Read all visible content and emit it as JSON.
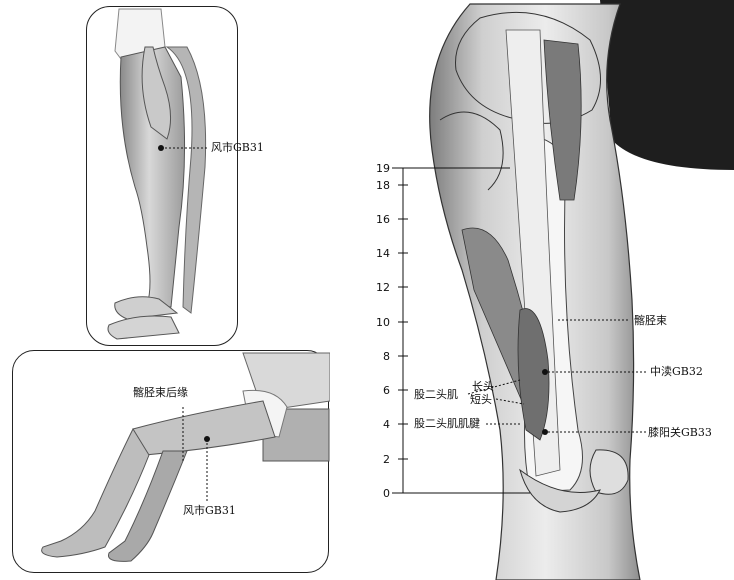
{
  "top_panel": {
    "point_label": "风市GB31"
  },
  "bottom_panel": {
    "point_label": "风市GB31",
    "line_label": "髂胫束后缘"
  },
  "main_figure": {
    "scale_ticks": [
      "19",
      "18",
      "16",
      "14",
      "12",
      "10",
      "8",
      "6",
      "4",
      "2",
      "0"
    ],
    "labels": {
      "iliotibial_tract": "髂胫束",
      "zhongdu": "中渎GB32",
      "biceps_heads": "股二头肌",
      "long_head": "长头",
      "short_head": "短头",
      "biceps_tendon": "股二头肌肌腱",
      "xiyangguan": "膝阳关GB33"
    }
  },
  "colors": {
    "ink": "#111111",
    "skin": "#e9e9e9",
    "shadow": "#9a9a9a",
    "bone": "#f4f4f4"
  }
}
